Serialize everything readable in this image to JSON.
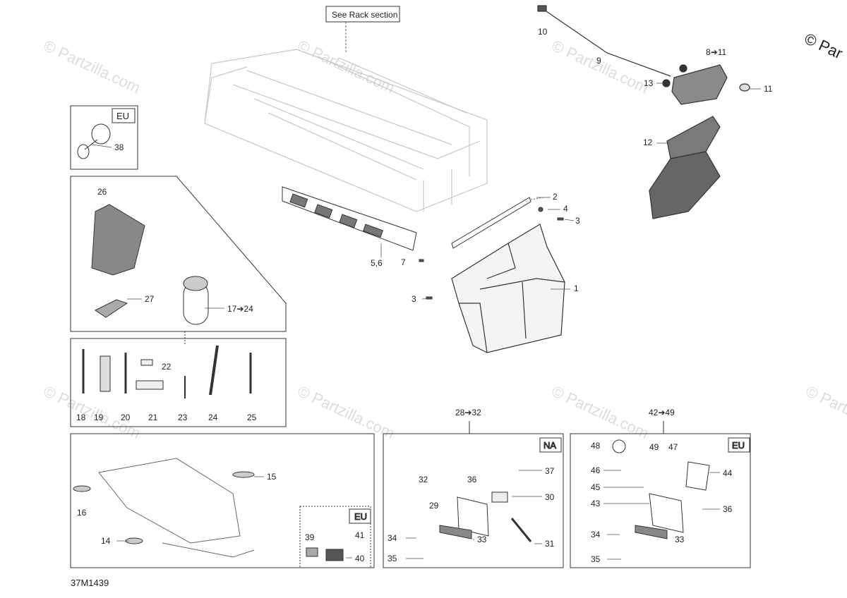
{
  "copyright": "© Par",
  "watermark": "© Partzilla.com",
  "see_rack": "See Rack section",
  "drawing_code": "37M1439",
  "box_tags": {
    "eu_top": "EU",
    "na": "NA",
    "eu_right": "EU",
    "eu_kit": "EU"
  },
  "callouts": {
    "c1": "1",
    "c2": "2",
    "c3a": "3",
    "c3b": "3",
    "c4": "4",
    "c56": "5,6",
    "c7": "7",
    "c811": "8➔11",
    "c9": "9",
    "c10": "10",
    "c11": "11",
    "c12": "12",
    "c13": "13",
    "c38": "38",
    "c26": "26",
    "c27": "27",
    "c1724": "17➔24",
    "c18": "18",
    "c19": "19",
    "c20": "20",
    "c21": "21",
    "c22": "22",
    "c23": "23",
    "c24": "24",
    "c25": "25",
    "c14": "14",
    "c15": "15",
    "c16": "16",
    "c39": "39",
    "c40": "40",
    "c41": "41",
    "c2832": "28➔32",
    "c32": "32",
    "c36a": "36",
    "c37": "37",
    "c30": "30",
    "c29": "29",
    "c34a": "34",
    "c33a": "33",
    "c31": "31",
    "c35a": "35",
    "c4249": "42➔49",
    "c48": "48",
    "c49": "49",
    "c47": "47",
    "c46": "46",
    "c44": "44",
    "c45": "45",
    "c43": "43",
    "c36b": "36",
    "c34b": "34",
    "c33b": "33",
    "c35b": "35"
  }
}
